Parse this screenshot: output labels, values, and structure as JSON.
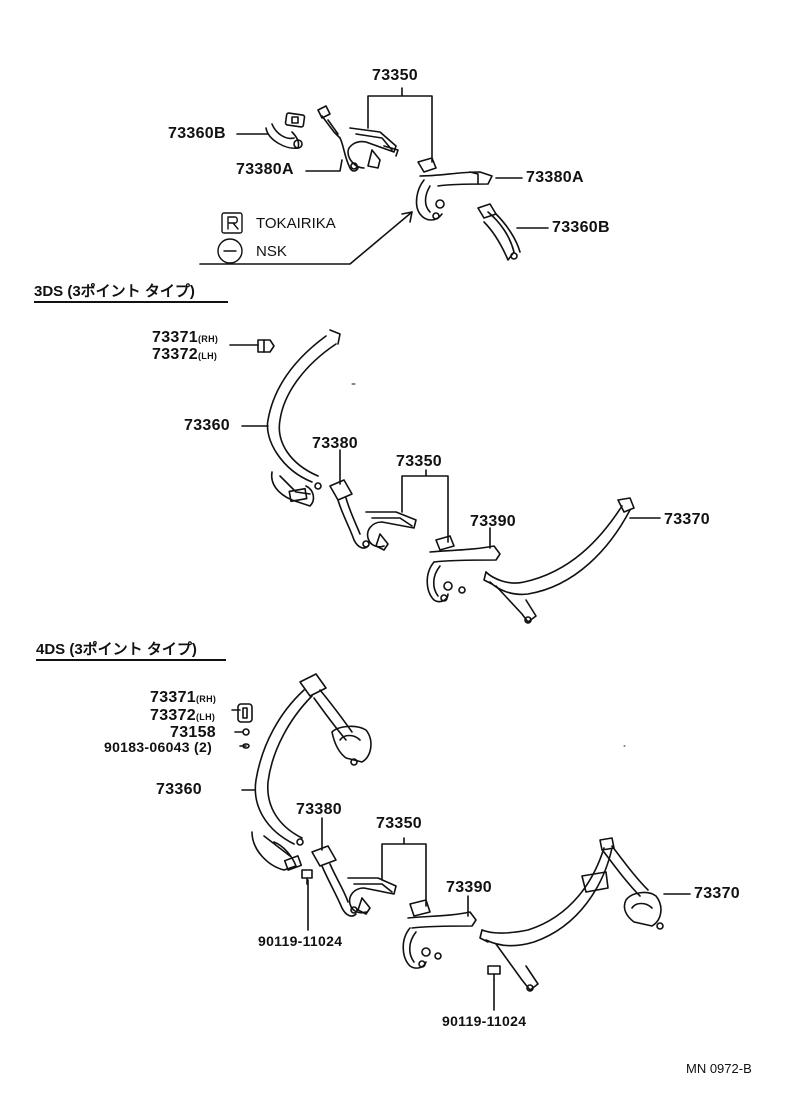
{
  "top": {
    "labels": {
      "p73350": "73350",
      "p73360B_left": "73360B",
      "p73380A_left": "73380A",
      "p73380A_right": "73380A",
      "p73360B_right": "73360B"
    },
    "legend": [
      {
        "icon": "tokairika-logo-icon",
        "text": "TOKAIRIKA"
      },
      {
        "icon": "nsk-logo-icon",
        "text": "NSK"
      }
    ]
  },
  "section_3ds": {
    "header": "3DS (3ポイント タイプ)",
    "labels": {
      "p73371": "73371",
      "p73371_side": "(RH)",
      "p73372": "73372",
      "p73372_side": "(LH)",
      "p73360": "73360",
      "p73380": "73380",
      "p73350": "73350",
      "p73390": "73390",
      "p73370": "73370"
    }
  },
  "section_4ds": {
    "header": "4DS (3ポイント タイプ)",
    "labels": {
      "p73371": "73371",
      "p73371_side": "(RH)",
      "p73372": "73372",
      "p73372_side": "(LH)",
      "p73158": "73158",
      "p90183": "90183-06043",
      "p90183_qty": "(2)",
      "p73360": "73360",
      "p73380": "73380",
      "p73350": "73350",
      "p73390": "73390",
      "p73370": "73370",
      "p90119_left": "90119-11024",
      "p90119_right": "90119-11024"
    }
  },
  "footer": "MN 0972-B"
}
